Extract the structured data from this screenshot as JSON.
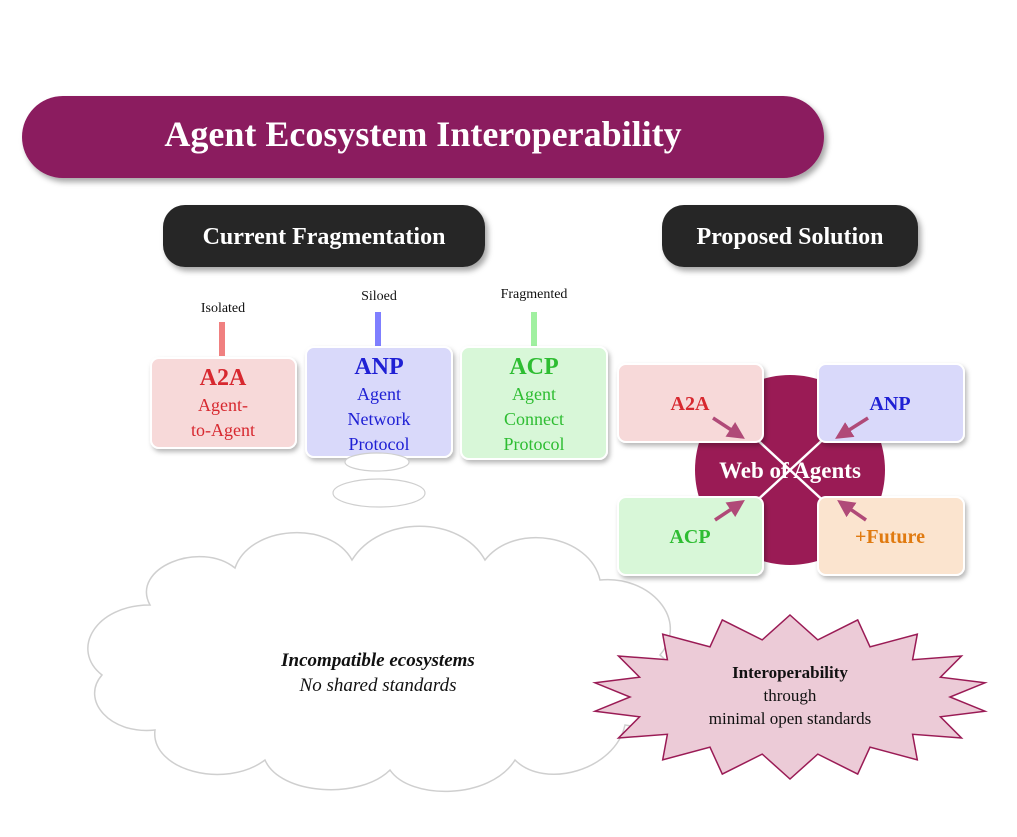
{
  "title": "Agent Ecosystem Interoperability",
  "colors": {
    "title_bg": "#8b1a5e",
    "header_bg": "#262626",
    "a2a": "#d7282f",
    "anp": "#1f20d4",
    "acp": "#2ebd32",
    "future": "#e07a10",
    "core": "#9a1b55"
  },
  "current": {
    "header": "Current Fragmentation",
    "protocols": [
      {
        "tag": "Isolated",
        "name": "A2A",
        "desc": [
          "Agent-",
          "to-Agent"
        ]
      },
      {
        "tag": "Siloed",
        "name": "ANP",
        "desc": [
          "Agent",
          "Network",
          "Protocol"
        ]
      },
      {
        "tag": "Fragmented",
        "name": "ACP",
        "desc": [
          "Agent",
          "Connect",
          "Protocol"
        ]
      }
    ],
    "cloud": {
      "line1": "Incompatible ecosystems",
      "line2": "No shared standards"
    }
  },
  "solution": {
    "header": "Proposed Solution",
    "core": "Web of Agents",
    "nodes": [
      "A2A",
      "ANP",
      "ACP",
      "+Future"
    ],
    "burst": {
      "line1": "Interoperability",
      "line2": "through",
      "line3": "minimal open standards"
    }
  }
}
